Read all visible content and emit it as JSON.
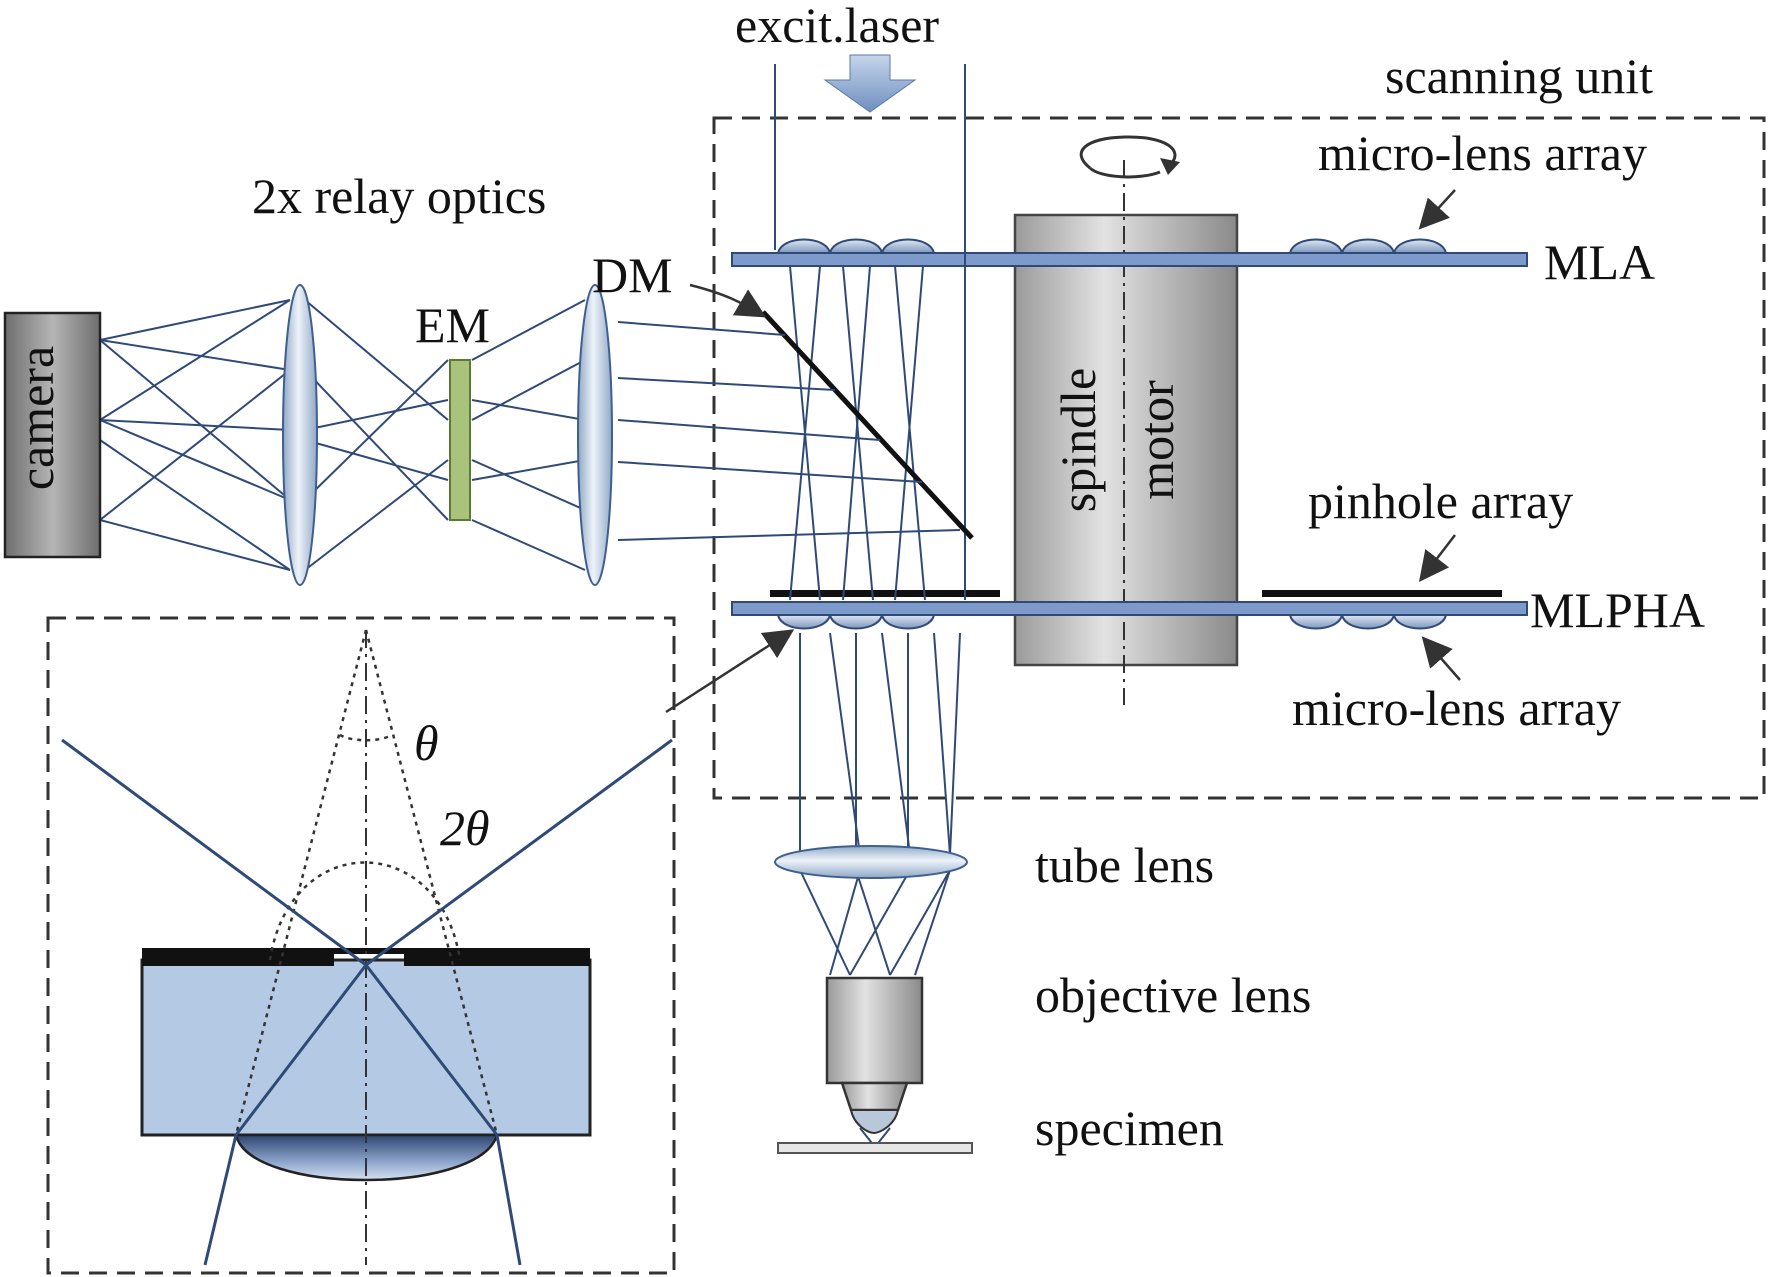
{
  "labels": {
    "excit_laser": "excit.laser",
    "scanning_unit": "scanning unit",
    "micro_lens_array_top": "micro-lens array",
    "relay_optics": "2x relay optics",
    "dm": "DM",
    "em": "EM",
    "camera": "camera",
    "mla": "MLA",
    "spindle": "spindle",
    "motor": "motor",
    "pinhole_array": "pinhole array",
    "mlpha": "MLPHA",
    "micro_lens_array_bottom": "micro-lens array",
    "tube_lens": "tube lens",
    "objective_lens": "objective lens",
    "specimen": "specimen",
    "theta": "θ",
    "two_theta": "2θ"
  },
  "colors": {
    "ray": "#2f4a78",
    "disk": "#7e9acb",
    "lens": "#c6d6e8",
    "substrate": "#b4c9e4",
    "filter": "#a9c37c",
    "motor": "#c4c4c4",
    "camera": "#8f8f8f"
  }
}
